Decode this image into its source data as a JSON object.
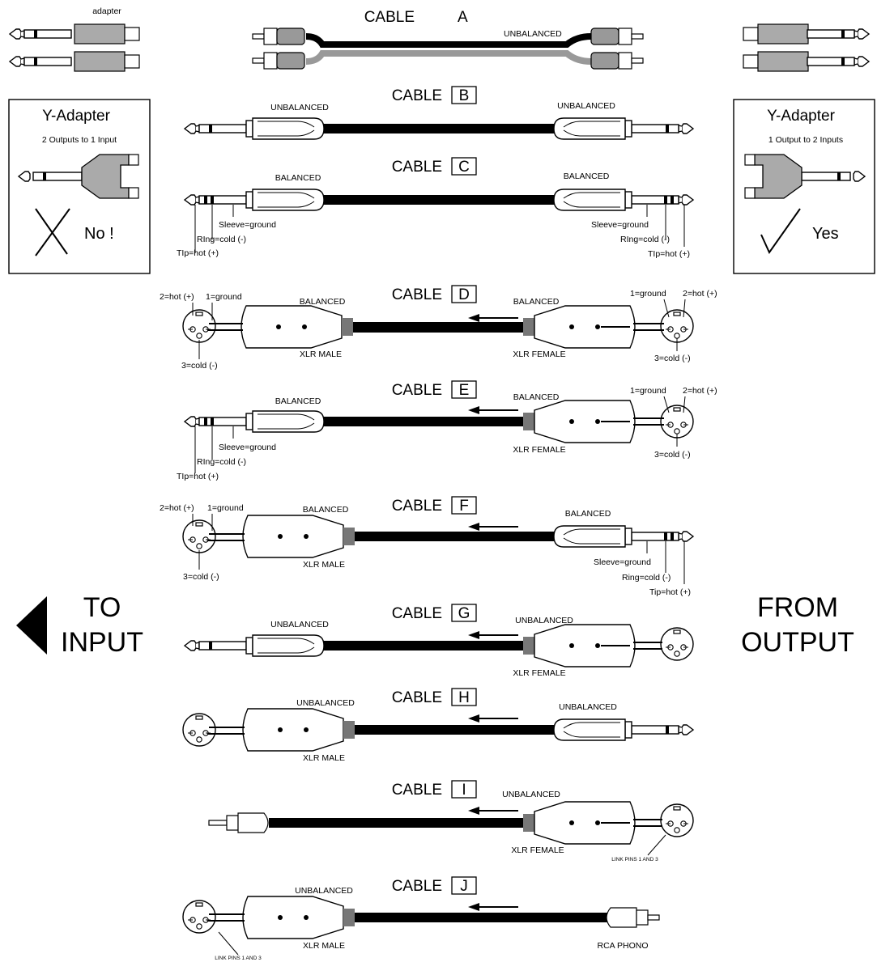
{
  "top": {
    "adapter_label": "adapter",
    "cable_a_word": "CABLE",
    "cable_a_letter": "A",
    "cable_a_type": "UNBALANCED"
  },
  "y_adapter_left": {
    "title": "Y-Adapter",
    "subtitle": "2 Outputs to 1 Input",
    "verdict": "No !",
    "mark": "cross"
  },
  "y_adapter_right": {
    "title": "Y-Adapter",
    "subtitle": "1 Output to 2 Inputs",
    "verdict": "Yes",
    "mark": "check"
  },
  "side": {
    "left_line1": "TO",
    "left_line2": "INPUT",
    "right_line1": "FROM",
    "right_line2": "OUTPUT"
  },
  "cables": [
    {
      "word": "CABLE",
      "letter": "B",
      "left_type": "UNBALANCED",
      "right_type": "UNBALANCED"
    },
    {
      "word": "CABLE",
      "letter": "C",
      "left_type": "BALANCED",
      "right_type": "BALANCED",
      "left_sleeve": "Sleeve=ground",
      "left_ring": "RIng=cold (-)",
      "left_tip": "TIp=hot (+)",
      "right_sleeve": "Sleeve=ground",
      "right_ring": "RIng=cold (-)",
      "right_tip": "TIp=hot (+)"
    },
    {
      "word": "CABLE",
      "letter": "D",
      "left_type": "BALANCED",
      "right_type": "BALANCED",
      "left_conn": "XLR MALE",
      "right_conn": "XLR FEMALE",
      "left_pin2": "2=hot (+)",
      "left_pin1": "1=ground",
      "left_pin3": "3=cold (-)",
      "right_pin1": "1=ground",
      "right_pin2": "2=hot (+)",
      "right_pin3": "3=cold (-)"
    },
    {
      "word": "CABLE",
      "letter": "E",
      "left_type": "BALANCED",
      "right_type": "BALANCED",
      "right_conn": "XLR FEMALE",
      "left_sleeve": "Sleeve=ground",
      "left_ring": "RIng=cold (-)",
      "left_tip": "TIp=hot (+)",
      "right_pin1": "1=ground",
      "right_pin2": "2=hot (+)",
      "right_pin3": "3=cold (-)"
    },
    {
      "word": "CABLE",
      "letter": "F",
      "left_type": "BALANCED",
      "right_type": "BALANCED",
      "left_conn": "XLR MALE",
      "left_pin2": "2=hot (+)",
      "left_pin1": "1=ground",
      "left_pin3": "3=cold (-)",
      "right_sleeve": "Sleeve=ground",
      "right_ring": "Ring=cold (-)",
      "right_tip": "Tip=hot (+)"
    },
    {
      "word": "CABLE",
      "letter": "G",
      "left_type": "UNBALANCED",
      "right_type": "UNBALANCED",
      "right_conn": "XLR FEMALE"
    },
    {
      "word": "CABLE",
      "letter": "H",
      "left_type": "UNBALANCED",
      "right_type": "UNBALANCED",
      "left_conn": "XLR MALE"
    },
    {
      "word": "CABLE",
      "letter": "I",
      "right_type": "UNBALANCED",
      "right_conn": "XLR FEMALE",
      "right_note": "LINK PINS 1 AND 3"
    },
    {
      "word": "CABLE",
      "letter": "J",
      "left_type": "UNBALANCED",
      "left_conn": "XLR MALE",
      "right_conn": "RCA PHONO",
      "left_note": "LINK PINS 1 AND 3"
    }
  ]
}
